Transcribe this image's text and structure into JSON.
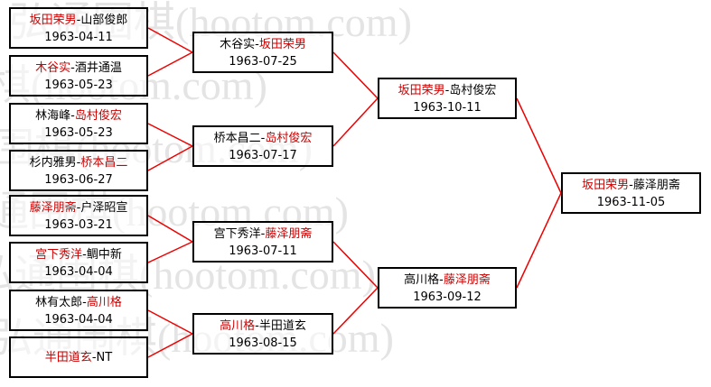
{
  "colors": {
    "line": "#ee0000",
    "winner": "#cc0000",
    "text": "#000000",
    "border": "#000000",
    "watermark": "#e4e4e4"
  },
  "watermark": "弘通围棋(hootom.com)",
  "matches": [
    {
      "id": "r1m1",
      "round": 1,
      "winner": "坂田荣男",
      "sep": "-",
      "loser": "山部俊郎",
      "winner_first": true,
      "date": "1963-04-11"
    },
    {
      "id": "r1m2",
      "round": 1,
      "winner": "木谷实",
      "sep": "-",
      "loser": "酒井通温",
      "winner_first": true,
      "date": "1963-05-23"
    },
    {
      "id": "r1m3",
      "round": 1,
      "winner": "岛村俊宏",
      "sep": "-",
      "loser": "林海峰",
      "winner_first": false,
      "date": "1963-05-23"
    },
    {
      "id": "r1m4",
      "round": 1,
      "winner": "桥本昌二",
      "sep": "-",
      "loser": "杉内雅男",
      "winner_first": false,
      "date": "1963-06-27"
    },
    {
      "id": "r1m5",
      "round": 1,
      "winner": "藤泽朋斋",
      "sep": "-",
      "loser": "户泽昭宣",
      "winner_first": true,
      "date": "1963-03-21"
    },
    {
      "id": "r1m6",
      "round": 1,
      "winner": "宫下秀洋",
      "sep": "-",
      "loser": "鲷中新",
      "winner_first": true,
      "date": "1963-04-04"
    },
    {
      "id": "r1m7",
      "round": 1,
      "winner": "高川格",
      "sep": "-",
      "loser": "林有太郎",
      "winner_first": false,
      "date": "1963-04-04"
    },
    {
      "id": "r1m8",
      "round": 1,
      "winner": "半田道玄",
      "sep": "-",
      "loser": "NT",
      "winner_first": true,
      "date": ""
    },
    {
      "id": "r2m1",
      "round": 2,
      "winner": "坂田荣男",
      "sep": "-",
      "loser": "木谷实",
      "winner_first": false,
      "date": "1963-07-25"
    },
    {
      "id": "r2m2",
      "round": 2,
      "winner": "岛村俊宏",
      "sep": "-",
      "loser": "桥本昌二",
      "winner_first": false,
      "date": "1963-07-17"
    },
    {
      "id": "r2m3",
      "round": 2,
      "winner": "藤泽朋斋",
      "sep": "-",
      "loser": "宫下秀洋",
      "winner_first": false,
      "date": "1963-07-11"
    },
    {
      "id": "r2m4",
      "round": 2,
      "winner": "高川格",
      "sep": "-",
      "loser": "半田道玄",
      "winner_first": true,
      "date": "1963-08-15"
    },
    {
      "id": "r3m1",
      "round": 3,
      "winner": "坂田荣男",
      "sep": "-",
      "loser": "岛村俊宏",
      "winner_first": true,
      "date": "1963-10-11"
    },
    {
      "id": "r3m2",
      "round": 3,
      "winner": "藤泽朋斋",
      "sep": "-",
      "loser": "高川格",
      "winner_first": false,
      "date": "1963-09-12"
    },
    {
      "id": "r4m1",
      "round": 4,
      "winner": "坂田荣男",
      "sep": "-",
      "loser": "藤泽朋斋",
      "winner_first": true,
      "date": "1963-11-05"
    }
  ]
}
